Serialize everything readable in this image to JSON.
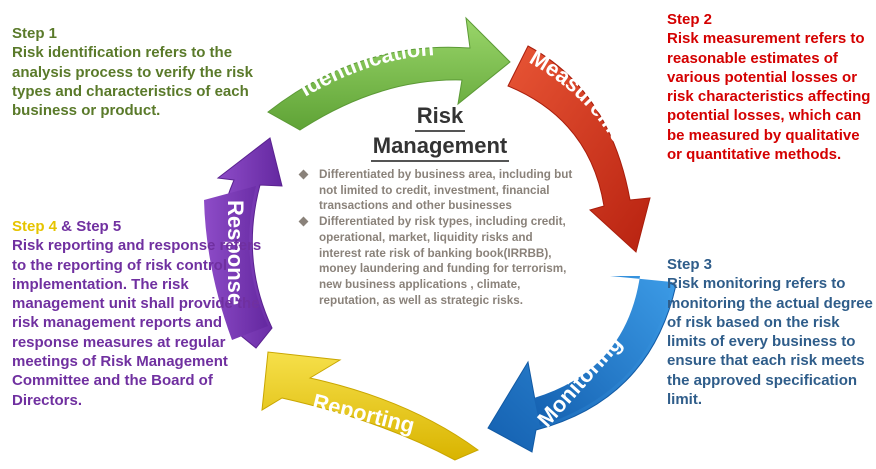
{
  "colors": {
    "identification": "#77b94a",
    "measurement": "#d9321e",
    "monitoring": "#1f78c8",
    "reporting": "#e8c80e",
    "response": "#7a38b0",
    "step1_text": "#5a7a2a",
    "step2_text": "#d40000",
    "step3_text": "#2f5d8a",
    "step4_text": "#e6c400",
    "step45_text": "#7030a0",
    "center_text": "#8a827a"
  },
  "center": {
    "title_line1": "Risk",
    "title_line2": "Management",
    "bullets": [
      "Differentiated by business area, including but not limited to credit, investment, financial transactions and other businesses",
      "Differentiated by risk types, including credit, operational, market, liquidity risks and interest rate risk of banking book(IRRBB), money laundering and funding for terrorism, new business applications , climate, reputation, as well as strategic risks."
    ]
  },
  "cycle": {
    "identification": "Identification",
    "measurement": "Measurement",
    "monitoring": "Monitoring",
    "reporting": "Reporting",
    "response": "Response"
  },
  "steps": {
    "step1": {
      "title": "Step 1",
      "text": "Risk identification refers to the analysis process to verify the risk types and characteristics of each business or product."
    },
    "step2": {
      "title": "Step 2",
      "text": "Risk measurement refers to reasonable estimates of various potential losses or risk characteristics affecting potential losses, which can be measured by qualitative or quantitative methods."
    },
    "step3": {
      "title": "Step 3",
      "text": "Risk monitoring refers to monitoring the actual degree of risk based on the risk limits of every business to ensure that each risk meets the approved specification limit."
    },
    "step45": {
      "title_step4": "Step 4",
      "title_connector": " & ",
      "title_step5": "Step 5",
      "text": "Risk reporting and response refers to the reporting of risk control implementation. The risk management unit shall provide the risk management reports and response measures at regular meetings of Risk Management Committee and the Board of Directors."
    }
  }
}
